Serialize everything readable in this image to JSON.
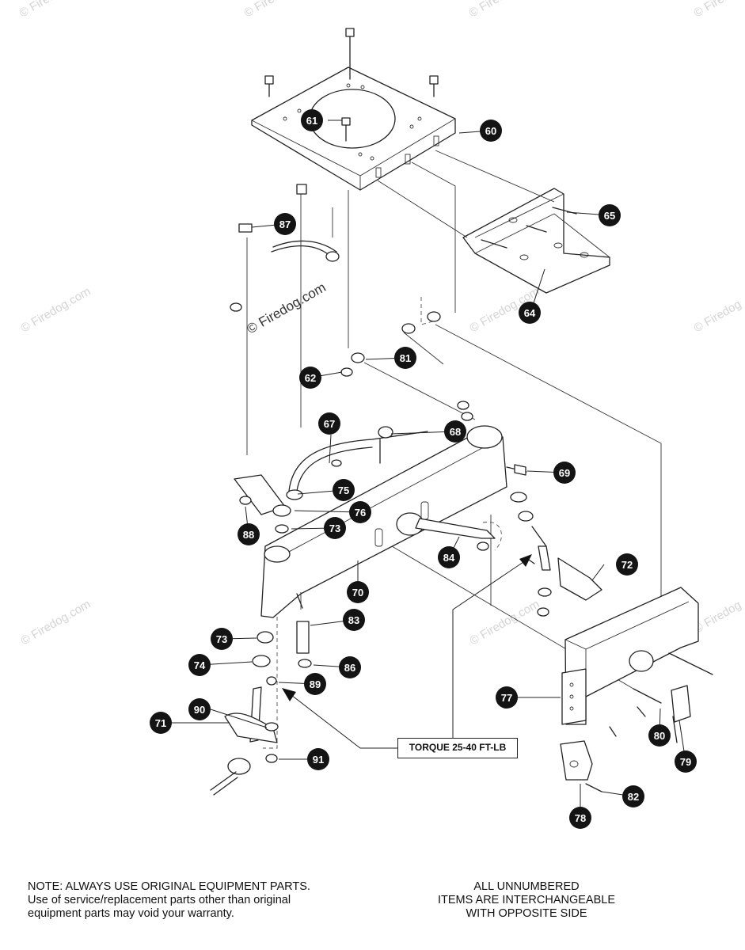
{
  "watermark": {
    "text": "© Firedog.com",
    "corner_text": "© Firedog"
  },
  "callouts": [
    {
      "id": "60",
      "label": "60"
    },
    {
      "id": "61",
      "label": "61"
    },
    {
      "id": "62",
      "label": "62"
    },
    {
      "id": "64",
      "label": "64"
    },
    {
      "id": "65",
      "label": "65"
    },
    {
      "id": "67",
      "label": "67"
    },
    {
      "id": "68",
      "label": "68"
    },
    {
      "id": "69",
      "label": "69"
    },
    {
      "id": "70",
      "label": "70"
    },
    {
      "id": "71",
      "label": "71"
    },
    {
      "id": "72",
      "label": "72"
    },
    {
      "id": "73a",
      "label": "73"
    },
    {
      "id": "73b",
      "label": "73"
    },
    {
      "id": "74",
      "label": "74"
    },
    {
      "id": "75",
      "label": "75"
    },
    {
      "id": "76",
      "label": "76"
    },
    {
      "id": "77",
      "label": "77"
    },
    {
      "id": "78",
      "label": "78"
    },
    {
      "id": "79",
      "label": "79"
    },
    {
      "id": "80",
      "label": "80"
    },
    {
      "id": "81",
      "label": "81"
    },
    {
      "id": "82",
      "label": "82"
    },
    {
      "id": "83",
      "label": "83"
    },
    {
      "id": "84",
      "label": "84"
    },
    {
      "id": "86",
      "label": "86"
    },
    {
      "id": "87",
      "label": "87"
    },
    {
      "id": "88",
      "label": "88"
    },
    {
      "id": "89",
      "label": "89"
    },
    {
      "id": "90",
      "label": "90"
    },
    {
      "id": "91",
      "label": "91"
    }
  ],
  "torque_label": "TORQUE 25-40 FT-LB",
  "note_left": [
    "NOTE: ALWAYS USE ORIGINAL EQUIPMENT PARTS.",
    "Use of service/replacement parts other than original",
    "equipment parts may void your warranty."
  ],
  "note_right": [
    "ALL UNNUMBERED",
    "ITEMS ARE INTERCHANGEABLE",
    "WITH OPPOSITE SIDE"
  ]
}
